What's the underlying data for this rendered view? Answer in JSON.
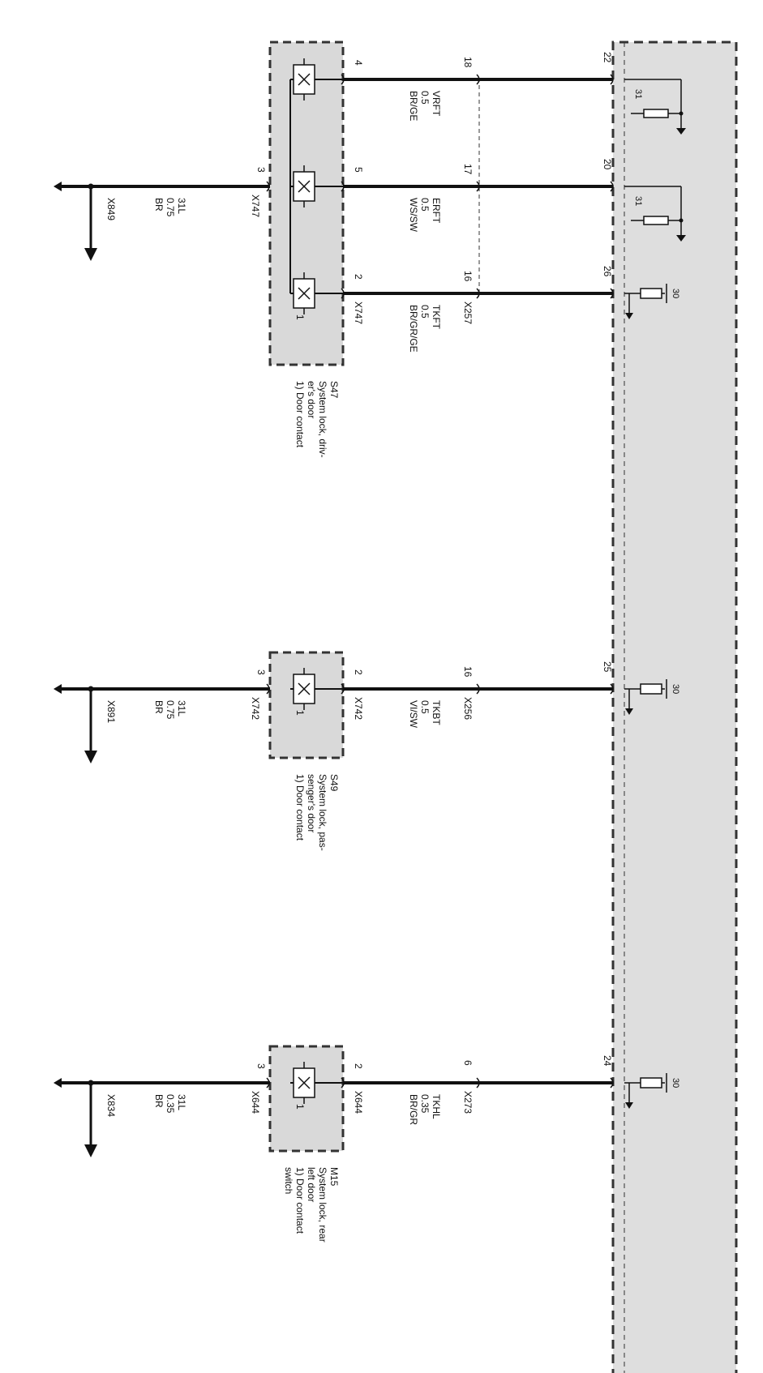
{
  "colors": {
    "wire": "#111111",
    "module_fill": "#dedede",
    "switch_fill": "#d9d9d9",
    "border": "#333333"
  },
  "circuits": [
    {
      "id": "S47",
      "switch_code": "S47",
      "description_lines": [
        "System lock, driv-",
        "er's door",
        "1) Door contact"
      ],
      "pin_contact_label": "1",
      "left_connector": "X747",
      "right_connector": "X747",
      "mid_connector": "X257",
      "ground": {
        "pin": "3",
        "wire": "31L",
        "size": "0.75",
        "color": "BR",
        "point": "X849"
      },
      "signals": [
        {
          "name": "VRFT",
          "size": "0.5",
          "color": "BR/GE",
          "switch_pin": "4",
          "mid_pin": "18",
          "module_pin": "22",
          "term": "31"
        },
        {
          "name": "ERFT",
          "size": "0.5",
          "color": "WS/SW",
          "switch_pin": "5",
          "mid_pin": "17",
          "module_pin": "20",
          "term": "31"
        },
        {
          "name": "TKFT",
          "size": "0.5",
          "color": "BR/GR/GE",
          "switch_pin": "2",
          "mid_pin": "16",
          "module_pin": "26",
          "term": "30"
        }
      ]
    },
    {
      "id": "S49",
      "switch_code": "S49",
      "description_lines": [
        "System lock, pas-",
        "senger's door",
        "1) Door contact"
      ],
      "pin_contact_label": "1",
      "left_connector": "X742",
      "right_connector": "X742",
      "mid_connector": "X256",
      "ground": {
        "pin": "3",
        "wire": "31L",
        "size": "0.75",
        "color": "BR",
        "point": "X891"
      },
      "signals": [
        {
          "name": "TKBT",
          "size": "0.5",
          "color": "VI/SW",
          "switch_pin": "2",
          "mid_pin": "16",
          "module_pin": "25",
          "term": "30"
        }
      ]
    },
    {
      "id": "M15",
      "switch_code": "M15",
      "description_lines": [
        "System lock, rear",
        "left door",
        "1) Door contact",
        "switch"
      ],
      "pin_contact_label": "1",
      "left_connector": "X644",
      "right_connector": "X644",
      "mid_connector": "X273",
      "ground": {
        "pin": "3",
        "wire": "31L",
        "size": "0.35",
        "color": "BR",
        "point": "X834"
      },
      "signals": [
        {
          "name": "TKHL",
          "size": "0.35",
          "color": "BR/GR",
          "switch_pin": "2",
          "mid_pin": "6",
          "module_pin": "24",
          "term": "30"
        }
      ]
    }
  ]
}
